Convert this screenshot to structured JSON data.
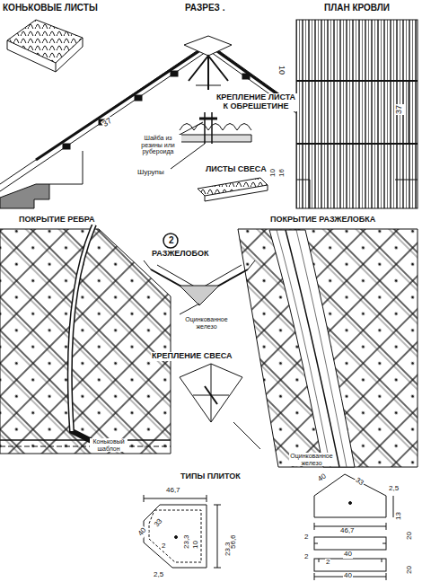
{
  "diagram": {
    "labels": [
      "КОНЬКОВЫЕ ЛИСТЫ",
      "РАЗРЕЗ .",
      "ПЛАН КРОВЛИ",
      "37",
      "10",
      "37",
      "КРЕПЛЕНИЕ ЛИСТА К ОБРЕШЕТИНЕ",
      "Шайба из резины или рубероида",
      "Шурупы",
      "ЛИСТЫ СВЕСА",
      "10",
      "16",
      "ПОКРЫТИЕ РЕБРА",
      "2",
      "РАЗЖЕЛОБОК",
      "ПОКРЫТИЕ РАЗЖЕЛОБКА",
      "Оцинкованное железо",
      "Коньковый шаблон",
      "КРЕПЛЕНИЕ СВЕСА",
      "Оцинкованное железо",
      "ТИПЫ ПЛИТОК",
      "46,7",
      "40",
      "33",
      "2",
      "23,3",
      "10",
      "23,3",
      "56,6",
      "2,5",
      "40",
      "33",
      "2,5",
      "46,7",
      "2",
      "13",
      "20",
      "40",
      "2",
      "2",
      "20",
      "40"
    ]
  }
}
